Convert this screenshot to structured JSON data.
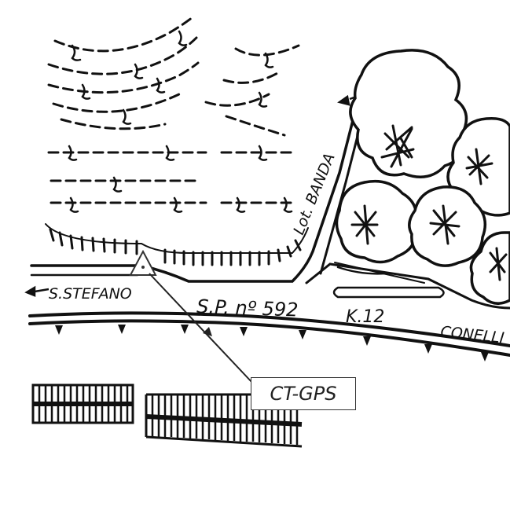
{
  "labels": {
    "s_stefano": "S.STEFANO",
    "road_number": "S.P. nº 592",
    "km_marker": "K.12",
    "conelli": "CONELLI",
    "lot_banda": "Lot. BANDA"
  },
  "station": {
    "label": "CT-GPS",
    "symbol": "triangle-benchmark-icon"
  },
  "colors": {
    "ink": "#111111",
    "paper": "#ffffff"
  }
}
